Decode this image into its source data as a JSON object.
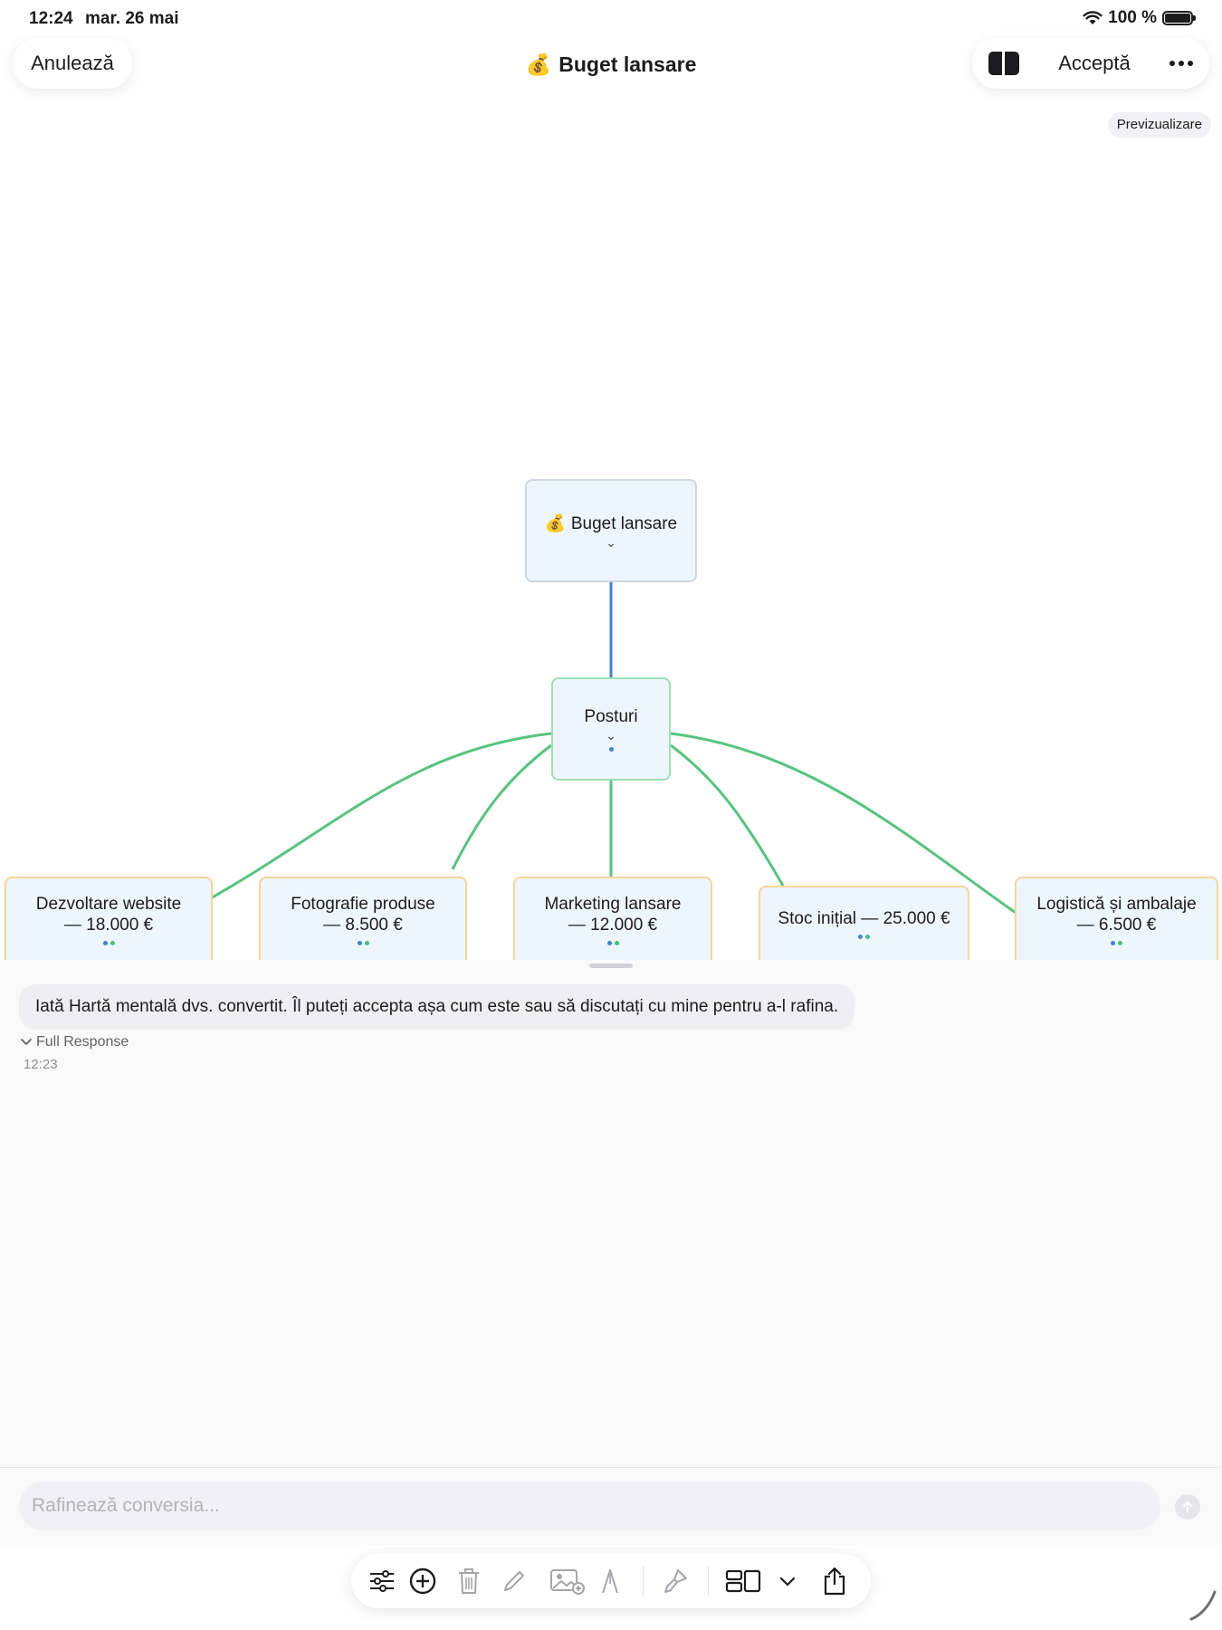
{
  "status_bar": {
    "time": "12:24",
    "date": "mar. 26 mai",
    "battery": "100 %"
  },
  "nav": {
    "cancel": "Anulează",
    "title_emoji": "💰",
    "title": "Buget lansare",
    "accept": "Acceptă",
    "preview": "Previzualizare"
  },
  "mindmap": {
    "root": {
      "emoji": "💰",
      "label": "Buget lansare"
    },
    "hub": {
      "label": "Posturi"
    },
    "leaves": [
      {
        "line1": "Dezvoltare website",
        "line2": "— 18.000 €"
      },
      {
        "line1": "Fotografie produse",
        "line2": "— 8.500 €"
      },
      {
        "line1": "Marketing lansare",
        "line2": "— 12.000 €"
      },
      {
        "line1": "Stoc inițial — 25.000 €",
        "line2": ""
      },
      {
        "line1": "Logistică și ambalaje",
        "line2": "— 6.500 €"
      }
    ],
    "colors": {
      "root_edge": "#3e82d6",
      "branch_edge": "#55c47e",
      "leaf_border": "#f6d59a",
      "node_fill": "#eef6fd"
    }
  },
  "chat": {
    "message": "Iată Hartă mentală dvs. convertit. Îl puteți accepta așa cum este sau să discutați cu mine pentru a-l rafina.",
    "full_response": "Full Response",
    "time": "12:23",
    "input_placeholder": "Rafinează conversia..."
  },
  "toolbar": {
    "icons": [
      "sliders-icon",
      "add-circle-icon",
      "trash-icon",
      "pencil-icon",
      "image-add-icon",
      "pen-nib-icon",
      "brush-icon",
      "layout-icon",
      "chevron-down-icon",
      "share-icon"
    ]
  }
}
